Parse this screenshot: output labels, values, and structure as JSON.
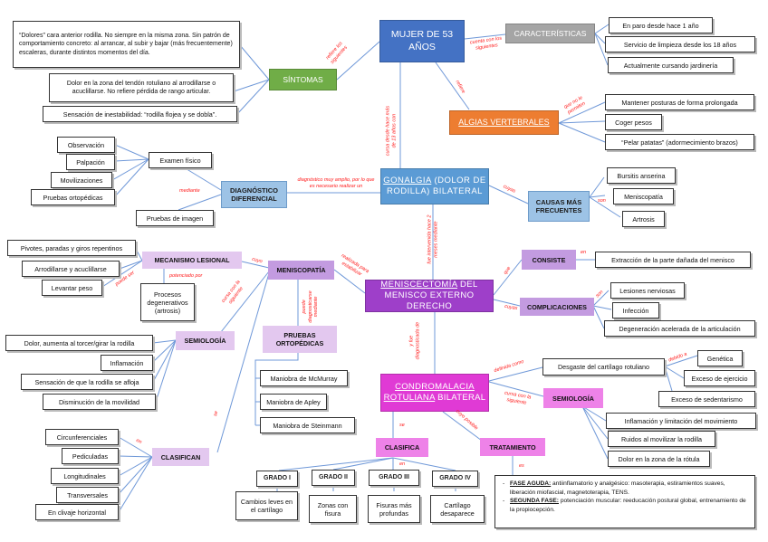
{
  "center": {
    "patient": "MUJER DE 53 AÑOS",
    "gonalgia_u": "GONALGIA",
    "gonalgia_rest1": " (DOLOR DE",
    "gonalgia_rest2": "RODILLA) BILATERAL",
    "menisc_u": "MENISCECTOMÍA",
    "menisc_rest1": " DEL",
    "menisc_rest2": "MENISCO EXTERNO DERECHO",
    "condro_u1": "CONDROMALACIA",
    "condro_u2": "ROTULIANA",
    "condro_rest": " BILATERAL"
  },
  "sintomas": {
    "title": "SÍNTOMAS",
    "items": [
      "“Dolores” cara anterior rodilla. No siempre en la misma zona. Sin patrón de comportamiento concreto: al arrancar, al subir y bajar (más frecuentemente) escaleras, durante distintos momentos del día.",
      "Dolor en la zona del tendón rotuliano al arrodillarse o acuclillarse. No refiere pérdida de rango articular.",
      "Sensación de inestabilidad: “rodilla flojea y se dobla”."
    ]
  },
  "caracteristicas": {
    "title": "CARACTERÍSTICAS",
    "items": [
      "En paro desde hace 1 año",
      "Servicio de limpieza desde los 18 años",
      "Actualmente cursando jardinería"
    ]
  },
  "algias": {
    "title": "ALGIAS VERTEBRALES",
    "items": [
      "Mantener posturas de forma prolongada",
      "Coger pesos",
      "“Pelar patatas” (adormecimiento brazos)"
    ]
  },
  "diagnostico": {
    "title": "DIAGNÓSTICO DIFERENCIAL",
    "examen": "Examen físico",
    "examen_items": [
      "Observación",
      "Palpación",
      "Movilizaciones",
      "Pruebas ortopédicas"
    ],
    "imagen": "Pruebas de imagen"
  },
  "causas": {
    "title": "CAUSAS MÁS FRECUENTES",
    "items": [
      "Bursitis anserina",
      "Meniscopatía",
      "Artrosis"
    ]
  },
  "consiste": {
    "title": "CONSISTE",
    "item": "Extracción de la parte dañada del menisco"
  },
  "complicaciones": {
    "title": "COMPLICACIONES",
    "items": [
      "Lesiones nerviosas",
      "Infección",
      "Degeneración acelerada de la articulación"
    ]
  },
  "meniscopatia": {
    "title": "MENISCOPATÍA",
    "mecanismo": "MECANISMO LESIONAL",
    "mecanismo_items": [
      "Pivotes, paradas y giros repentinos",
      "Arrodillarse y acuclillarse",
      "Levantar peso"
    ],
    "procesos": "Procesos degenerativos (artrosis)",
    "semiologia": "SEMIOLOGÍA",
    "semiologia_items": [
      "Dolor, aumenta al torcer/girar la rodilla",
      "Inflamación",
      "Sensación de que la rodilla se afloja",
      "Disminución de la movilidad"
    ],
    "pruebas": "PRUEBAS ORTOPÉDICAS",
    "pruebas_items": [
      "Maniobra de McMurray",
      "Maniobra de Apley",
      "Maniobra de Steinmann"
    ],
    "clasifican": "CLASIFICAN",
    "clasifican_items": [
      "Circunferenciales",
      "Pediculadas",
      "Longitudinales",
      "Transversales",
      "En clivaje horizontal"
    ]
  },
  "condromalacia": {
    "desgaste": "Desgaste del cartílago rotuliano",
    "causas_items": [
      "Genética",
      "Exceso de ejercicio",
      "Exceso de sedentarismo"
    ],
    "semiologia": "SEMIOLOGÍA",
    "semiologia_items": [
      "Inflamación y limitación del movimiento",
      "Ruidos al movilizar la rodilla",
      "Dolor en la zona de la rótula"
    ],
    "clasifica": "CLASIFICA",
    "grados": [
      {
        "name": "GRADO I",
        "desc": "Cambios leves en el cartílago"
      },
      {
        "name": "GRADO II",
        "desc": "Zonas con fisura"
      },
      {
        "name": "GRADO III",
        "desc": "Fisuras más profundas"
      },
      {
        "name": "GRADO IV",
        "desc": "Cartílago desaparece"
      }
    ],
    "tratamiento": "TRATAMIENTO",
    "fase1_label": "FASE AGUDA:",
    "fase1_text": " antiinflamatorio y analgésico: masoterapia, estiramientos suaves, liberación miofascial, magnetoterapia, TENS.",
    "fase2_label": "SEGUNDA FASE:",
    "fase2_text": " potenciación muscular: reeducación postural global, entrenamiento de la propiocepción."
  },
  "connectors": {
    "refiere_los_siguientes": "refiere los siguientes",
    "cuenta_con": "cuenta con los siguientes",
    "refiere": "refiere",
    "que_no_le_permiten": "que no le permiten",
    "cursa_desde_hace": "cursa desde hace más de 13 años con",
    "diagnostico_muy_amplio": "diagnóstico muy amplio, por lo que es necesario realizar un",
    "mediante": "mediante",
    "cuyas": "cuyas",
    "son": "son",
    "fue_intervenida": "fue intervenida hace 2 meses mediante",
    "realizada_para": "realizada para estabilizar",
    "que": "que",
    "en": "en",
    "cuyas2": "cuyas",
    "son2": "son",
    "cuyo": "cuyo",
    "puede_ser": "puede ser",
    "potenciado_por": "potenciado por",
    "cursa_con_la_siguiente": "cursa con la siguiente",
    "puede_diagnosticarse": "puede diagnosticarse mediante",
    "se": "se",
    "en2": "en",
    "y_fue_diagnosticada": "y fue diagnosticada de",
    "definida_como": "definida como",
    "debido_a": "debido a",
    "cursa_con_la_siguiente2": "cursa con la siguiente",
    "cuyo_posible": "cuyo posible",
    "se2": "se",
    "en3": "en",
    "es": "es"
  }
}
